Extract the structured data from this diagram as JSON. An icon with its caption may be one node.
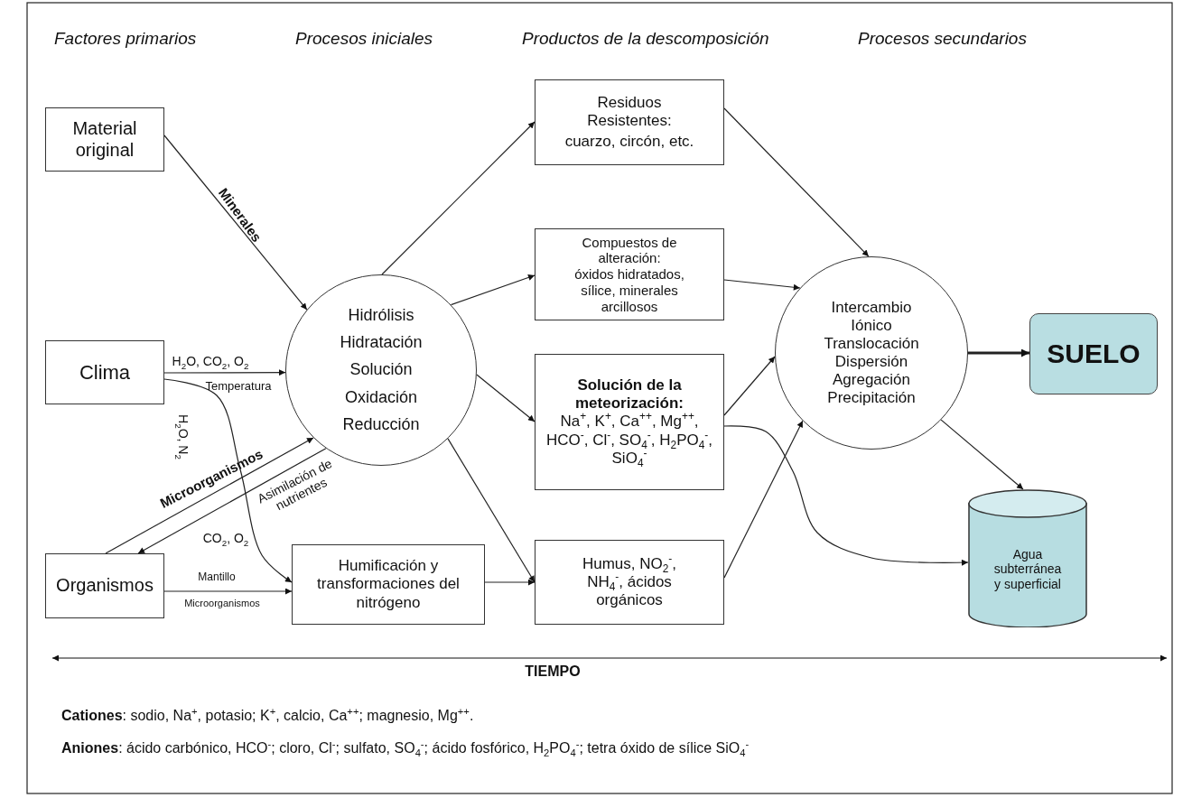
{
  "diagram": {
    "nodes": [
      {
        "text": [
          "Material original"
        ]
      },
      {
        "text": [
          "Clima"
        ]
      },
      {
        "text": [
          "Organismos"
        ]
      },
      {
        "text": [
          "Hidrólisis",
          "Hidratación",
          "Solución",
          "Oxidación",
          "Reducción"
        ]
      },
      {
        "text": [
          "Humificación y transformaciones del nitrógeno"
        ]
      },
      {
        "text": [
          "Residuos Resistentes:",
          "cuarzo, circón, etc."
        ]
      },
      {
        "text": [
          "Compuestos de alteración:",
          "óxidos hidratados, sílice, minerales arcillosos"
        ]
      },
      {
        "text": [
          "Solución de la meteorización:",
          "Na$^{+}$, K$^{+}$, Ca$^{++}$, Mg$^{++}$, HCO$^{-}$, Cl$^{-}$, SO$_{4}$$^{-}$, H$_{2}$PO$_{4}$$^{-}$, SiO$_{4}$$^{-}$"
        ]
      },
      {
        "text": [
          "Humus, NO$_{2}$$^{-}$, NH$_{4}$$^{-}$, ácidos orgánicos"
        ]
      },
      {
        "text": [
          "Intercambio Iónico",
          "Translocación",
          "Dispersión",
          "Agregación",
          "Precipitación"
        ]
      },
      {
        "text": [
          "SUELO"
        ]
      },
      {
        "text": [
          "Agua subterránea y superficial"
        ]
      }
    ],
    "edges": [
      {
        "from": 0,
        "to": 3,
        "arrow": "to",
        "label": "Minerales"
      },
      {
        "from": 1,
        "to": 3,
        "arrow": "to",
        "label": "H$_{2}$O, CO$_{2}$, O$_{2}$"
      },
      {
        "from": 1,
        "to": 4,
        "arrow": "to",
        "label": "H$_{2}$O, N$_{2}$"
      },
      {
        "from": 2,
        "to": 3,
        "arrow": "to",
        "label": "Microorganismos"
      },
      {
        "from": 3,
        "to": 2,
        "arrow": "to",
        "label": "Asimilación de nutrientes"
      },
      {
        "from": 2,
        "to": 4,
        "arrow": "to",
        "label": "Mantillo"
      },
      {
        "from": 3,
        "to": 5,
        "arrow": "to"
      },
      {
        "from": 3,
        "to": 6,
        "arrow": "to"
      },
      {
        "from": 3,
        "to": 7,
        "arrow": "to"
      },
      {
        "from": 3,
        "to": 8,
        "arrow": "to"
      },
      {
        "from": 4,
        "to": 8,
        "arrow": "to"
      },
      {
        "from": 5,
        "to": 9,
        "arrow": "to"
      },
      {
        "from": 6,
        "to": 9,
        "arrow": "to"
      },
      {
        "from": 7,
        "to": 9,
        "arrow": "to"
      },
      {
        "from": 8,
        "to": 9,
        "arrow": "to"
      },
      {
        "from": 7,
        "to": 11,
        "arrow": "to"
      },
      {
        "from": 9,
        "to": 10,
        "arrow": "to",
        "style": "thick"
      },
      {
        "from": 9,
        "to": 11,
        "arrow": "to"
      }
    ],
    "labels": [
      "Factores primarios",
      "Procesos iniciales",
      "Productos de la descomposición",
      "Procesos secundarios",
      "Temperatura",
      "CO$_{2}$, O$_{2}$",
      "Microorganismos",
      "TIEMPO",
      "**Cationes**: sodio, Na$^{+}$, potasio; K$^{+}$, calcio, Ca$^{++}$; magnesio, Mg$^{++}$.",
      "**Aniones**: ácido carbónico, HCO$^{-}$; cloro, Cl$^{-}$; sulfato, SO$_{4}$$^{-}$; ácido fosfórico, H$_{2}$PO$_{4}$$^{-}$; tetra óxido de sílice SiO$_{4}$$^{-}$"
    ]
  }
}
